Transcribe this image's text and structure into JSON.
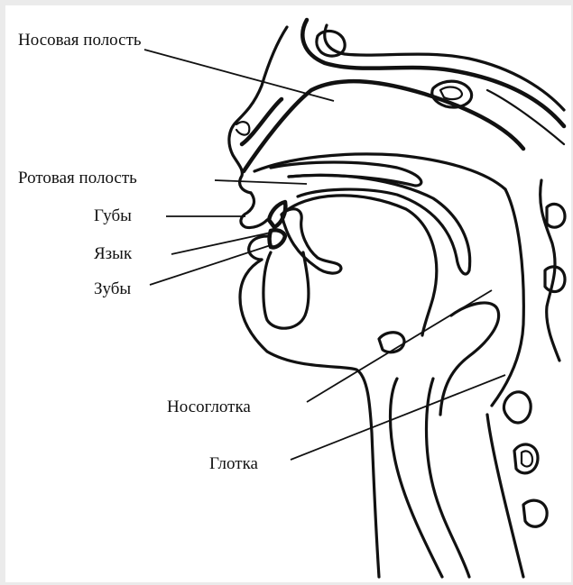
{
  "diagram": {
    "labels": {
      "nasal_cavity": "Носовая полость",
      "oral_cavity": "Ротовая полость",
      "lips": "Губы",
      "tongue": "Язык",
      "teeth": "Зубы",
      "nasopharynx": "Носоглотка",
      "pharynx": "Глотка"
    }
  }
}
